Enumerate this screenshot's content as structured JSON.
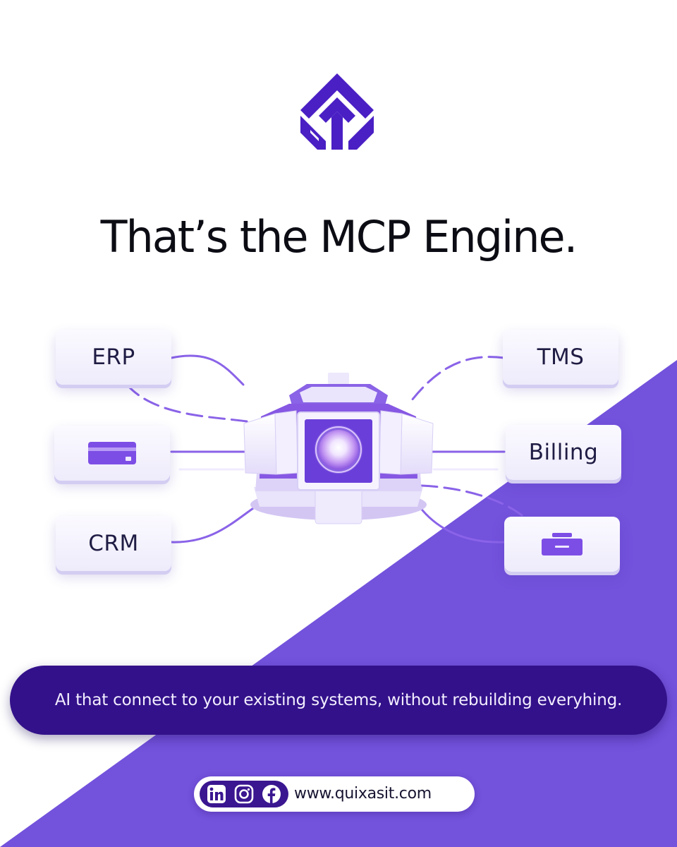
{
  "headline": "That’s the MCP Engine.",
  "nodes": {
    "erp": "ERP",
    "crm": "CRM",
    "tms": "TMS",
    "billing": "Billing",
    "card_icon": "credit-card-icon",
    "tray_icon": "toolbox-icon"
  },
  "tagline": "AI that connect to your existing systems, without rebuilding everyhing.",
  "social": {
    "icons": [
      "linkedin-icon",
      "instagram-icon",
      "facebook-icon"
    ],
    "url": "www.quixasit.com"
  },
  "colors": {
    "brand": "#5b2bd8",
    "accent_purple": "#7352dc",
    "tagline_bg": "#33118a",
    "text_dark": "#0c0c14"
  }
}
